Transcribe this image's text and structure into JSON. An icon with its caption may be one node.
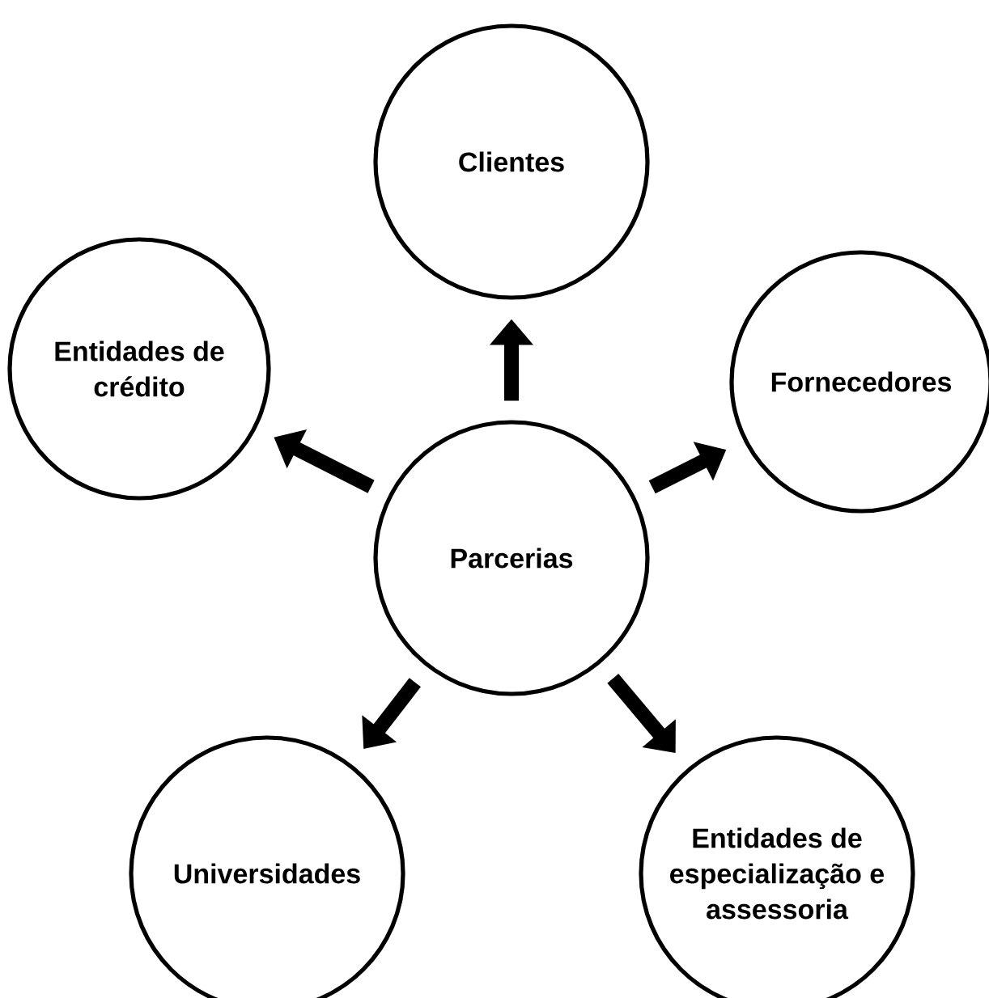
{
  "diagram": {
    "nodes": [
      {
        "text": [
          "Parcerias"
        ]
      },
      {
        "text": [
          "Clientes"
        ]
      },
      {
        "text": [
          "Entidades de crédito"
        ]
      },
      {
        "text": [
          "Fornecedores"
        ]
      },
      {
        "text": [
          "Universidades"
        ]
      },
      {
        "text": [
          "Entidades de especialização e assessoria"
        ]
      }
    ],
    "edges": [
      {
        "from": 0,
        "to": 1,
        "arrow": "to"
      },
      {
        "from": 0,
        "to": 2,
        "arrow": "to"
      },
      {
        "from": 0,
        "to": 3,
        "arrow": "to"
      },
      {
        "from": 0,
        "to": 4,
        "arrow": "to"
      },
      {
        "from": 0,
        "to": 5,
        "arrow": "to"
      }
    ]
  }
}
